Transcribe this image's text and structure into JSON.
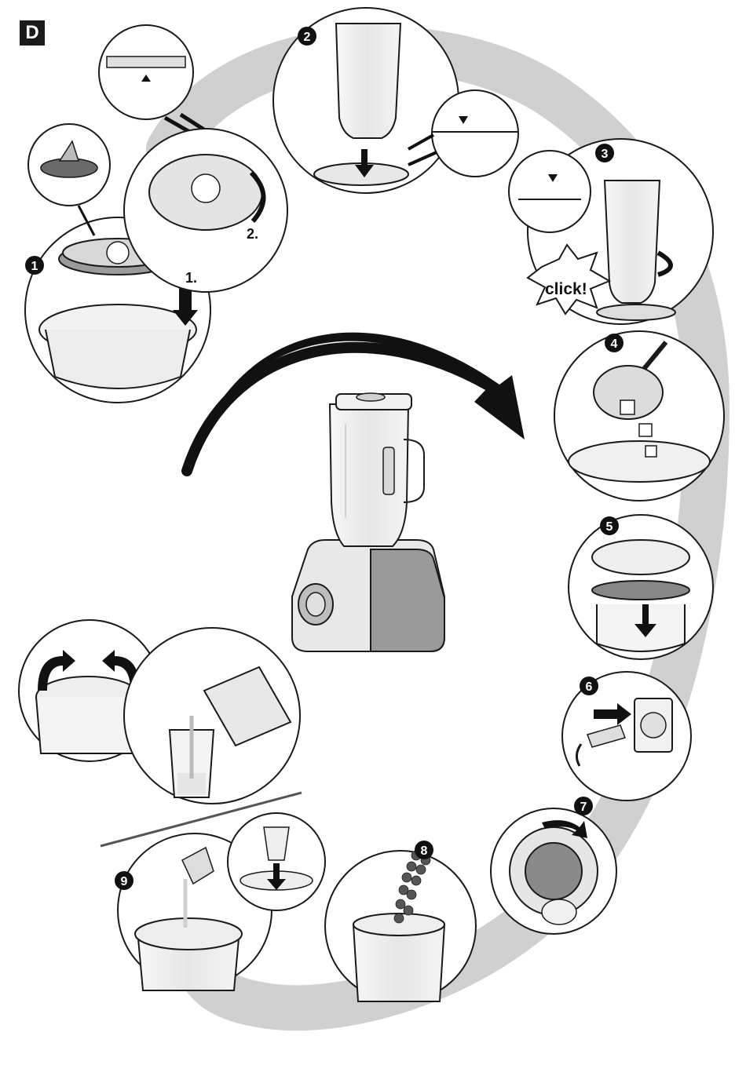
{
  "section": {
    "label": "D"
  },
  "steps": [
    {
      "number": "1",
      "callout": "1."
    },
    {
      "number": "2",
      "callout": "2."
    },
    {
      "number": "3",
      "callout": "click!"
    },
    {
      "number": "4"
    },
    {
      "number": "5"
    },
    {
      "number": "6"
    },
    {
      "number": "7"
    },
    {
      "number": "8"
    },
    {
      "number": "9"
    }
  ],
  "icons": {
    "main": "blender-icon",
    "flow": "curved-arrow-icon"
  },
  "colors": {
    "path": "#d0d0d0",
    "line": "#1a1a1a",
    "badge": "#1a1a1a",
    "glass": "#eeeeee",
    "base": "#9a9a9a"
  }
}
